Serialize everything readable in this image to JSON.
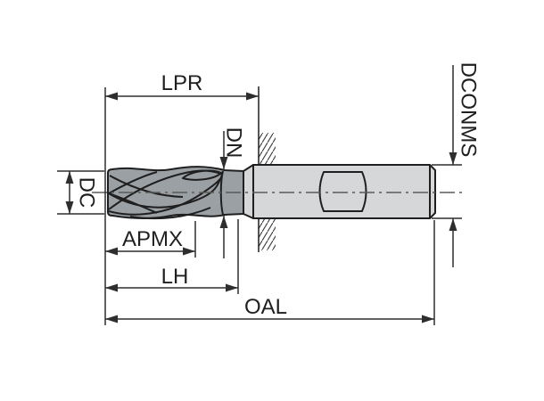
{
  "diagram": {
    "labels": {
      "lpr": "LPR",
      "dn": "DN",
      "dconms": "DCONMS",
      "dc": "DC",
      "apmx": "APMX",
      "lh": "LH",
      "oal": "OAL"
    },
    "colors": {
      "background": "#ffffff",
      "outline": "#1f1f1f",
      "text": "#1f1f1f",
      "dimension_line": "#2e2e2e",
      "centerline": "#5a5a5a",
      "flute_fill": "#9ba0a4",
      "shank_fill": "#d5d7d9",
      "hatch": "#3c3c3c"
    }
  }
}
